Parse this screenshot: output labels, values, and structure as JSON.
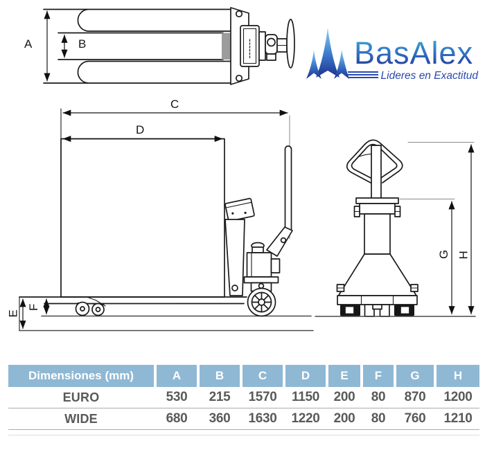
{
  "logo": {
    "brand": "BasAlex",
    "tagline": "Lideres en Exactitud",
    "brand_color_top": "#3cb6dc",
    "brand_color_bottom": "#232f88",
    "tagline_color": "#2a49ae"
  },
  "diagram": {
    "dim_labels": {
      "A": "A",
      "B": "B",
      "C": "C",
      "D": "D",
      "E": "E",
      "F": "F",
      "G": "G",
      "H": "H"
    }
  },
  "table": {
    "title_col": "Dimensiones (mm)",
    "columns": [
      "A",
      "B",
      "C",
      "D",
      "E",
      "F",
      "G",
      "H"
    ],
    "rows": [
      {
        "model": "EURO",
        "values": [
          "530",
          "215",
          "1570",
          "1150",
          "200",
          "80",
          "870",
          "1200"
        ]
      },
      {
        "model": "WIDE",
        "values": [
          "680",
          "360",
          "1630",
          "1220",
          "200",
          "80",
          "760",
          "1210"
        ]
      }
    ],
    "header_bg": "#8fb8d4",
    "header_text": "#ffffff",
    "data_text": "#595959"
  }
}
